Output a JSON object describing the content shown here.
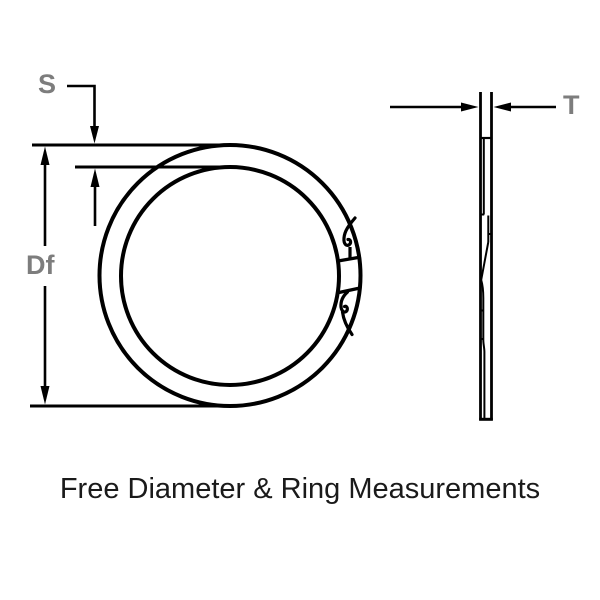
{
  "caption": {
    "text": "Free Diameter & Ring Measurements"
  },
  "labels": {
    "free_diameter": "Df",
    "top_gap": "S",
    "thickness": "T"
  },
  "colors": {
    "line": "#000000",
    "label_text": "#7d7d7d",
    "caption_text": "#1a1a1a",
    "background": "#ffffff"
  },
  "diagram": {
    "type": "engineering-line-drawing",
    "subject": "spiral retaining ring",
    "views": [
      {
        "name": "ring-front-view",
        "dimensions_shown": [
          "Df",
          "S"
        ]
      },
      {
        "name": "ring-edge-profile",
        "dimensions_shown": [
          "T"
        ]
      }
    ]
  }
}
